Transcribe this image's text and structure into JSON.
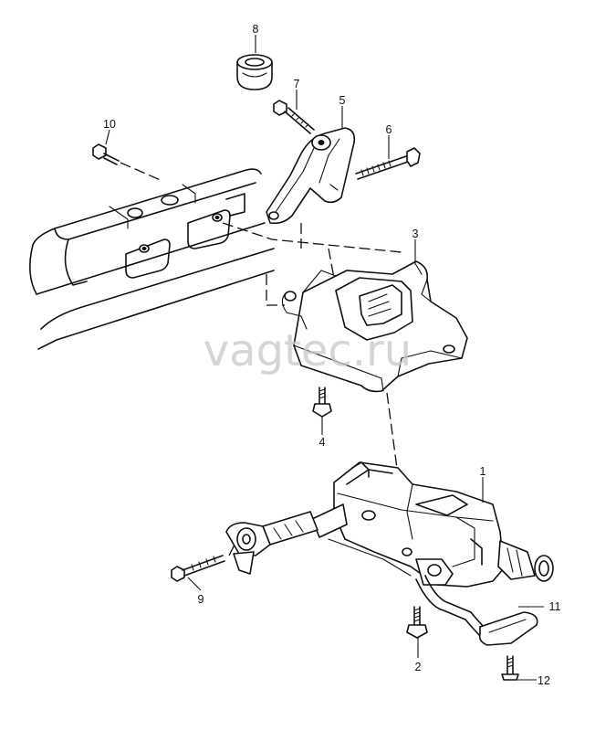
{
  "watermark": "vagtec.ru",
  "callouts": {
    "c1": "1",
    "c2": "2",
    "c3": "3",
    "c4": "4",
    "c5": "5",
    "c6": "6",
    "c7": "7",
    "c8": "8",
    "c9": "9",
    "c10": "10",
    "c11": "11",
    "c12": "12"
  }
}
